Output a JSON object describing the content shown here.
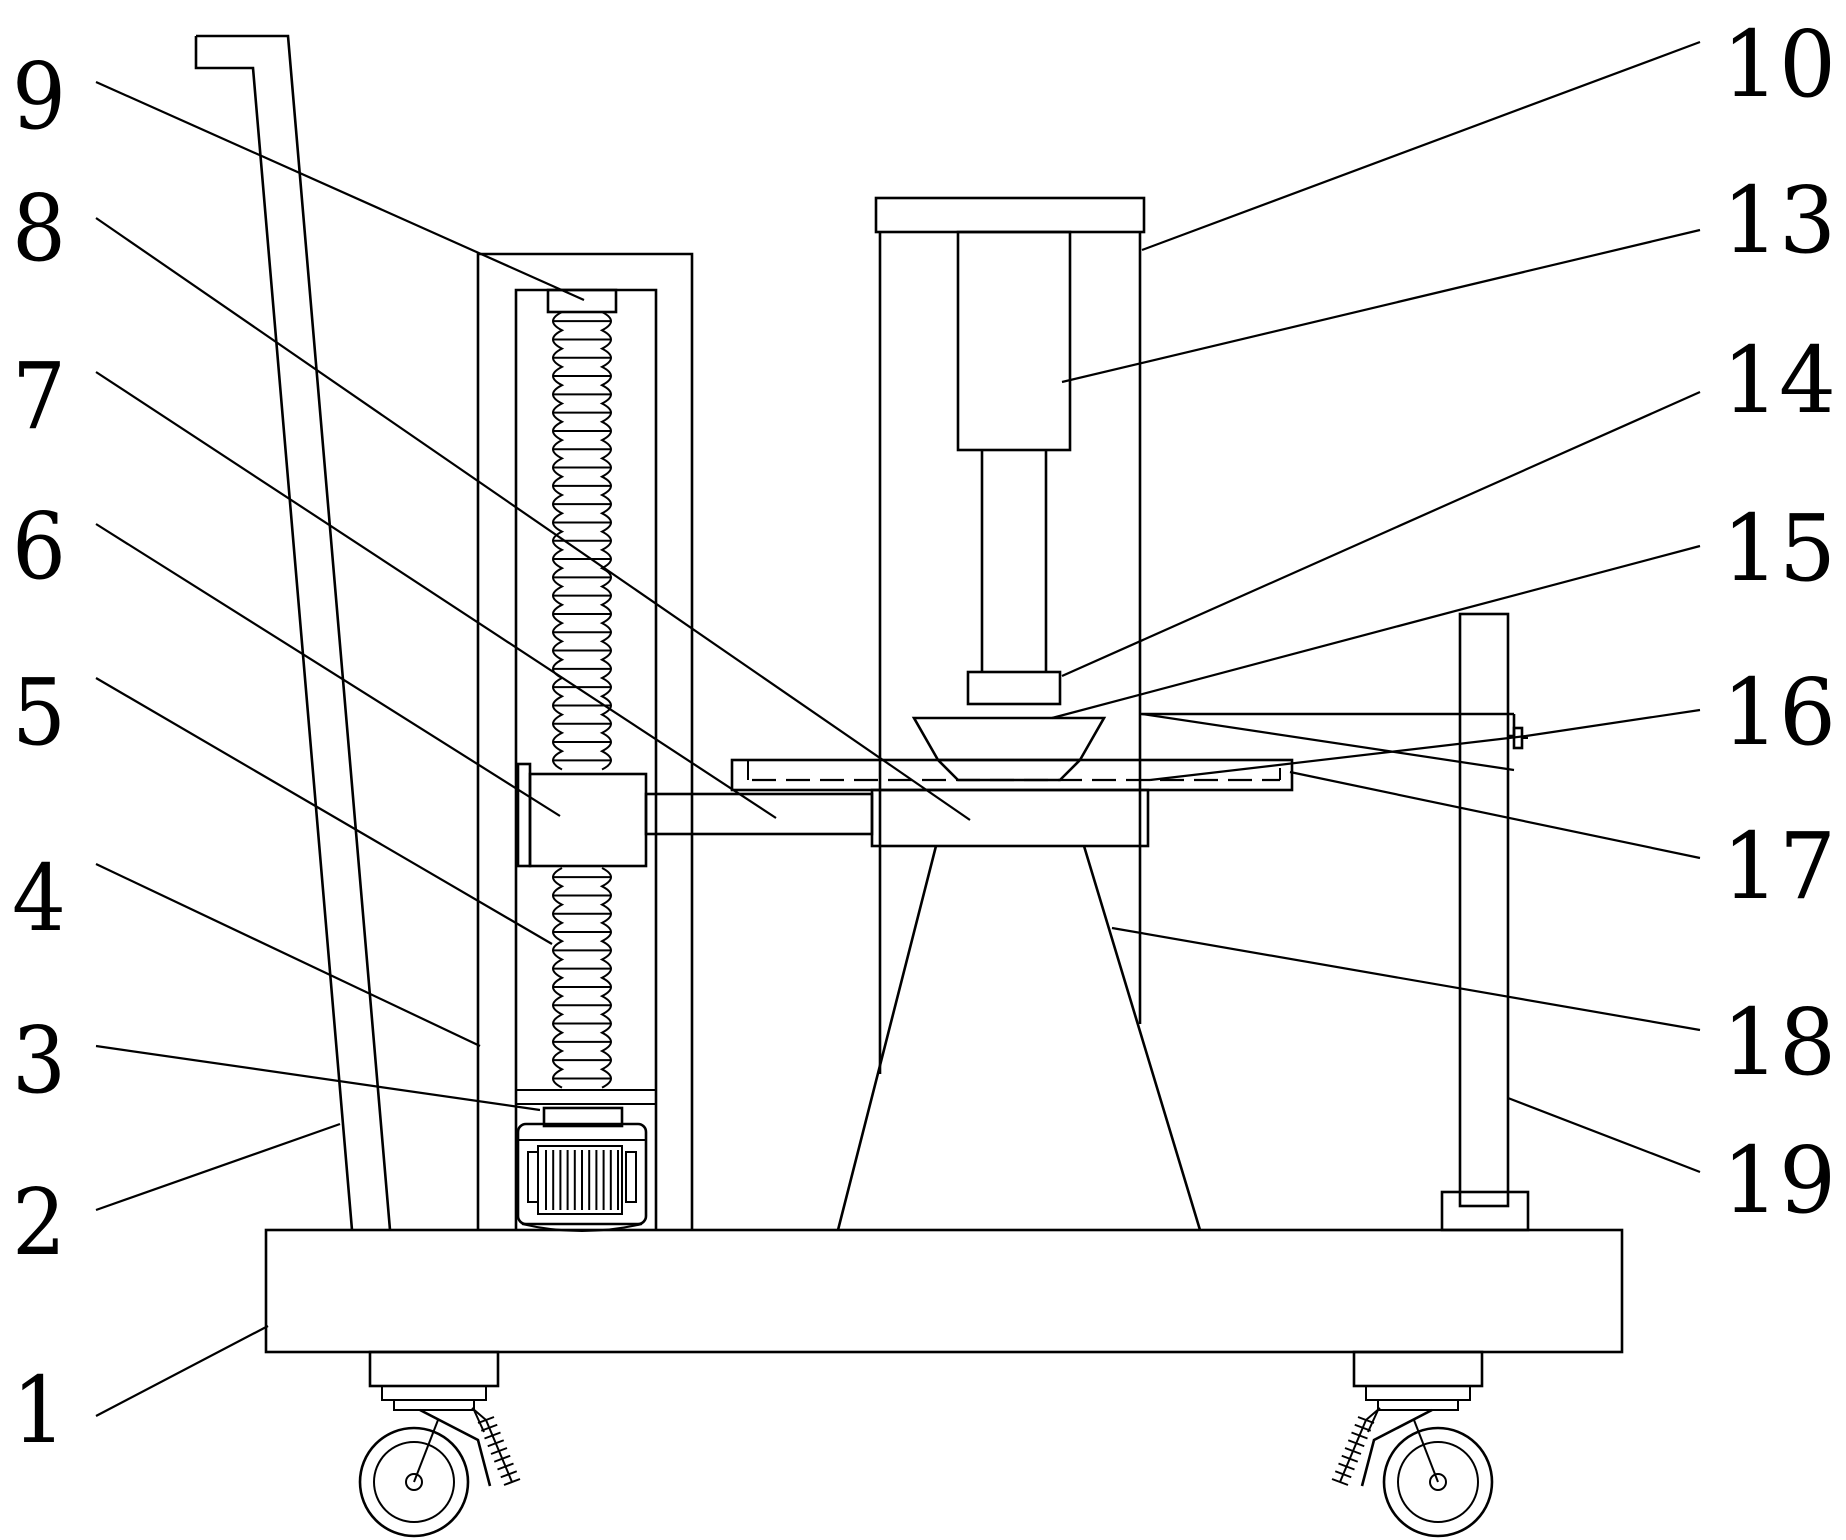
{
  "diagram": {
    "labels": [
      {
        "id": "1",
        "text": "1"
      },
      {
        "id": "2",
        "text": "2"
      },
      {
        "id": "3",
        "text": "3"
      },
      {
        "id": "4",
        "text": "4"
      },
      {
        "id": "5",
        "text": "5"
      },
      {
        "id": "6",
        "text": "6"
      },
      {
        "id": "7",
        "text": "7"
      },
      {
        "id": "8",
        "text": "8"
      },
      {
        "id": "9",
        "text": "9"
      },
      {
        "id": "10",
        "text": "10"
      },
      {
        "id": "13",
        "text": "13"
      },
      {
        "id": "14",
        "text": "14"
      },
      {
        "id": "15",
        "text": "15"
      },
      {
        "id": "16",
        "text": "16"
      },
      {
        "id": "17",
        "text": "17"
      },
      {
        "id": "18",
        "text": "18"
      },
      {
        "id": "19",
        "text": "19"
      }
    ]
  }
}
